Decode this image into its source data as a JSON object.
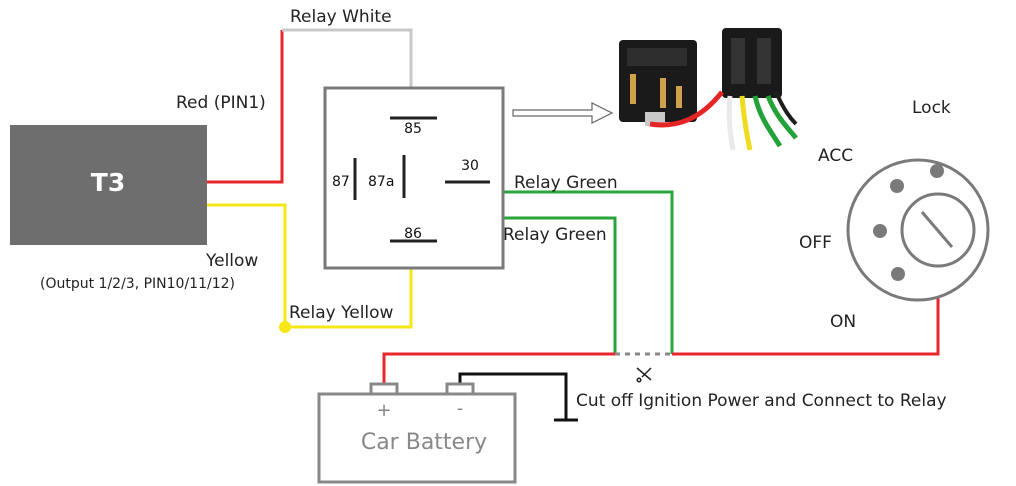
{
  "device": {
    "label": "T3"
  },
  "relay": {
    "pins": {
      "p85": "85",
      "p87": "87",
      "p87a": "87a",
      "p30": "30",
      "p86": "86"
    }
  },
  "wires": {
    "relay_white": "Relay White",
    "red_pin1": "Red (PIN1)",
    "yellow": "Yellow",
    "yellow_detail": "(Output 1/2/3, PIN10/11/12)",
    "relay_yellow": "Relay Yellow",
    "relay_green_1": "Relay Green",
    "relay_green_2": "Relay Green"
  },
  "ignition": {
    "lock": "Lock",
    "acc": "ACC",
    "off": "OFF",
    "on": "ON"
  },
  "battery": {
    "label": "Car Battery",
    "plus": "+",
    "minus": "-"
  },
  "note": "Cut off Ignition Power and Connect to Relay",
  "colors": {
    "red": "#e8262b",
    "green": "#2aa53b",
    "yellow": "#f5e614",
    "white_wire": "#c8c8c8",
    "black": "#111111",
    "device_fill": "#6e6e6e",
    "outline": "#7a7a7a"
  }
}
